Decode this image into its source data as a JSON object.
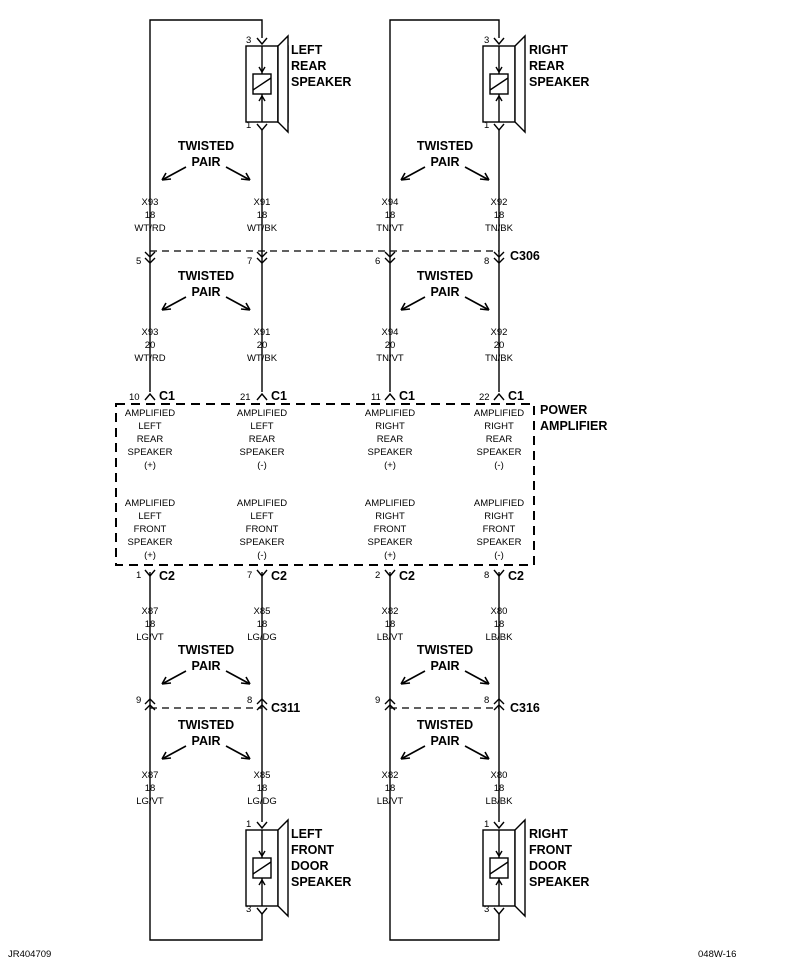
{
  "speakers": {
    "left_rear": [
      "LEFT",
      "REAR",
      "SPEAKER"
    ],
    "right_rear": [
      "RIGHT",
      "REAR",
      "SPEAKER"
    ],
    "left_front": [
      "LEFT",
      "FRONT",
      "DOOR",
      "SPEAKER"
    ],
    "right_front": [
      "RIGHT",
      "FRONT",
      "DOOR",
      "SPEAKER"
    ]
  },
  "twisted_pair": [
    "TWISTED",
    "PAIR"
  ],
  "pins": {
    "spk_top_rear": "3",
    "spk_bot_rear": "1",
    "spk_top_front": "1",
    "spk_bot_front": "3",
    "c306": [
      "5",
      "7",
      "6",
      "8"
    ],
    "c1": [
      "10",
      "21",
      "11",
      "22"
    ],
    "c2": [
      "1",
      "7",
      "2",
      "8"
    ],
    "c311": [
      "9",
      "8"
    ],
    "c316": [
      "9",
      "8"
    ]
  },
  "connectors": {
    "c306": "C306",
    "c1": "C1",
    "c2": "C2",
    "c311": "C311",
    "c316": "C316"
  },
  "wires": {
    "rear_upper": [
      [
        "X93",
        "18",
        "WT/RD"
      ],
      [
        "X91",
        "18",
        "WT/BK"
      ],
      [
        "X94",
        "18",
        "TN/VT"
      ],
      [
        "X92",
        "18",
        "TN/BK"
      ]
    ],
    "rear_lower": [
      [
        "X93",
        "20",
        "WT/RD"
      ],
      [
        "X91",
        "20",
        "WT/BK"
      ],
      [
        "X94",
        "20",
        "TN/VT"
      ],
      [
        "X92",
        "20",
        "TN/BK"
      ]
    ],
    "front_upper": [
      [
        "X87",
        "18",
        "LG/VT"
      ],
      [
        "X85",
        "18",
        "LG/DG"
      ],
      [
        "X82",
        "18",
        "LB/VT"
      ],
      [
        "X80",
        "18",
        "LB/BK"
      ]
    ],
    "front_lower": [
      [
        "X87",
        "18",
        "LG/VT"
      ],
      [
        "X85",
        "18",
        "LG/DG"
      ],
      [
        "X82",
        "18",
        "LB/VT"
      ],
      [
        "X80",
        "18",
        "LB/BK"
      ]
    ]
  },
  "amplifier": {
    "label": [
      "POWER",
      "AMPLIFIER"
    ],
    "rear_outputs": [
      [
        "AMPLIFIED",
        "LEFT",
        "REAR",
        "SPEAKER",
        "(+)"
      ],
      [
        "AMPLIFIED",
        "LEFT",
        "REAR",
        "SPEAKER",
        "(-)"
      ],
      [
        "AMPLIFIED",
        "RIGHT",
        "REAR",
        "SPEAKER",
        "(+)"
      ],
      [
        "AMPLIFIED",
        "RIGHT",
        "REAR",
        "SPEAKER",
        "(-)"
      ]
    ],
    "front_outputs": [
      [
        "AMPLIFIED",
        "LEFT",
        "FRONT",
        "SPEAKER",
        "(+)"
      ],
      [
        "AMPLIFIED",
        "LEFT",
        "FRONT",
        "SPEAKER",
        "(-)"
      ],
      [
        "AMPLIFIED",
        "RIGHT",
        "FRONT",
        "SPEAKER",
        "(+)"
      ],
      [
        "AMPLIFIED",
        "RIGHT",
        "FRONT",
        "SPEAKER",
        "(-)"
      ]
    ]
  },
  "footer": {
    "left_code": "JR404709",
    "right_code": "048W-16"
  }
}
